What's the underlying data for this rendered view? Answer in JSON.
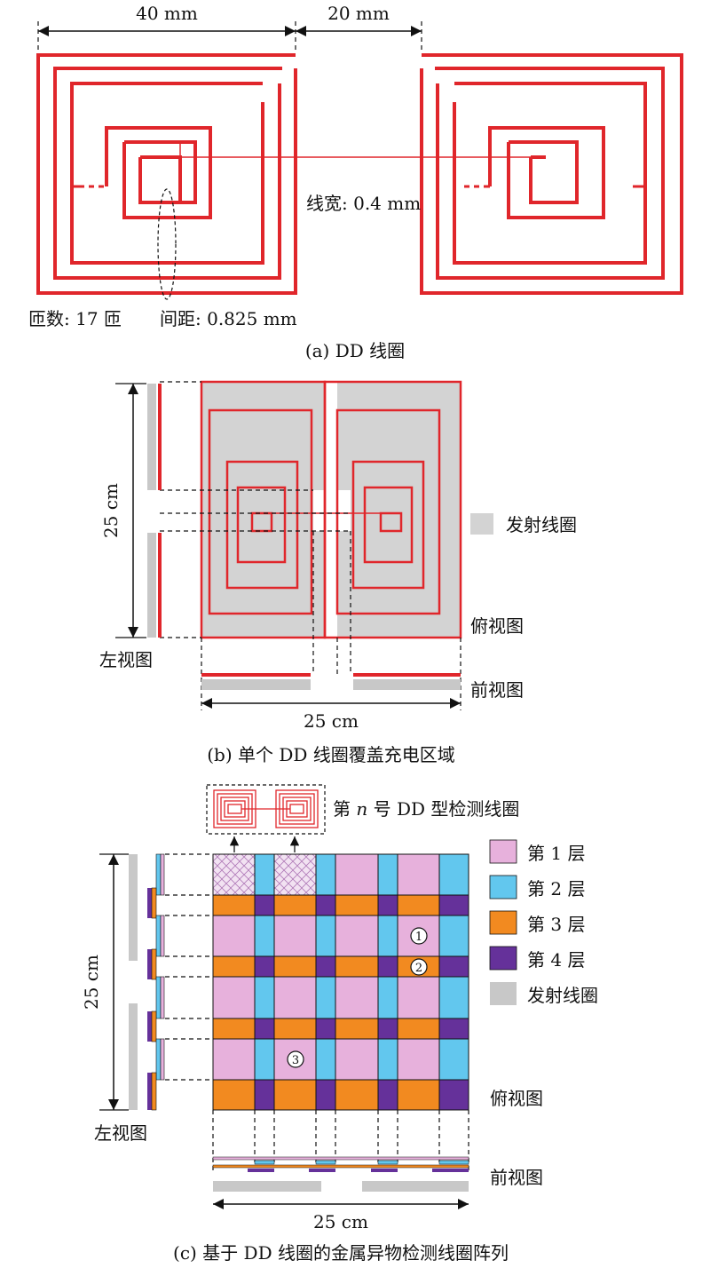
{
  "panel_a": {
    "dim_left": "40 mm",
    "dim_right": "20 mm",
    "line_width_label": "线宽: 0.4 mm",
    "turns_label": "匝数: 17 匝",
    "spacing_label": "间距: 0.825 mm",
    "caption": "(a) DD 线圈"
  },
  "panel_b": {
    "dim_vertical": "25 cm",
    "dim_horizontal": "25 cm",
    "legend_tx": "发射线圈",
    "top_view": "俯视图",
    "front_view": "前视图",
    "left_view": "左视图",
    "caption": "(b) 单个 DD 线圈覆盖充电区域"
  },
  "panel_c": {
    "detect_label_pre": "第 ",
    "detect_label_n": "n",
    "detect_label_post": " 号 DD 型检测线圈",
    "legend": [
      "第 1 层",
      "第 2 层",
      "第 3 层",
      "第 4 层",
      "发射线圈"
    ],
    "markers": [
      "1",
      "2",
      "3"
    ],
    "dim_vertical": "25 cm",
    "dim_horizontal": "25 cm",
    "top_view": "俯视图",
    "left_view": "左视图",
    "front_view": "前视图",
    "caption": "(c) 基于 DD 线圈的金属异物检测线圈阵列"
  },
  "colors": {
    "coil_red": "#e0262b",
    "transmitter_gray": "#c8c8c8",
    "layer1_pink": "#e7b1dc",
    "layer2_blue": "#62c7ee",
    "layer3_orange": "#f28a20",
    "layer4_purple": "#65319a"
  }
}
